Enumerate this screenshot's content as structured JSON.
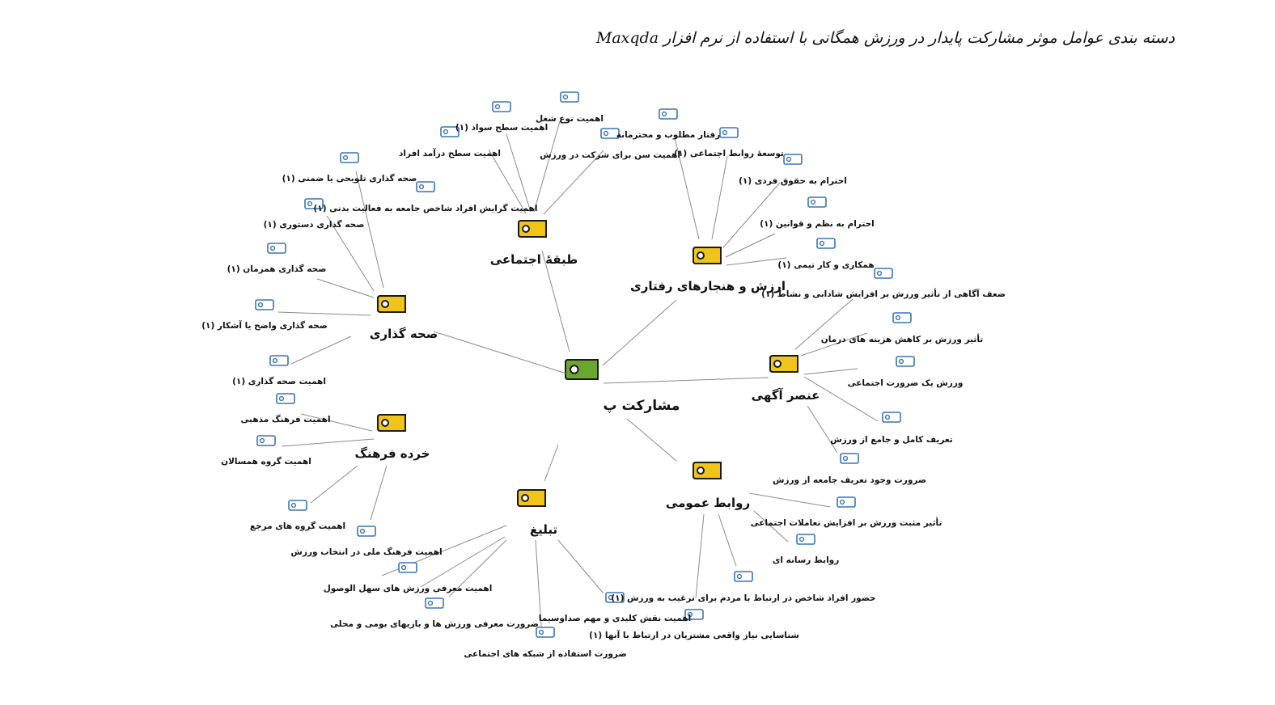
{
  "title": "دسته بندی عوامل موثر مشارکت پایدار در ورزش همگانی با استفاده از نرم افزار Maxqda",
  "colors": {
    "center_tag": "#6aa72f",
    "category_tag": "#f0c419",
    "code_tag": "#3a74b5",
    "line": "#8a8a8a"
  },
  "center": {
    "label": "مشارکت پ"
  },
  "categories": [
    {
      "id": "class",
      "label": "طبقۀ اجتماعی",
      "codes": [
        "اهمیت گرایش افراد شاخص جامعه به فعالیت بدنی (۱)",
        "اهمیت سطح درآمد افراد",
        "اهمیت سطح سواد (۱)",
        "اهمیت نوع شغل",
        "اهمیت سن برای شرکت در ورزش"
      ]
    },
    {
      "id": "values",
      "label": "ارزش و هنجارهای رفتاری",
      "codes": [
        "رفتار مطلوب و محترمانه",
        "توسعۀ روابط اجتماعی (۱)",
        "احترام به حقوق فردی (۱)",
        "احترام به نظم و قوانین (۱)",
        "همکاری و کار تیمی (۱)"
      ]
    },
    {
      "id": "awareness",
      "label": "عنصر آگهی",
      "codes": [
        "ضعف آگاهی از تأثیر ورزش بر افزایش شادابی و نشاط (۱)",
        "تأثیر ورزش بر کاهش هزینه های درمان",
        "ورزش یک ضرورت اجتماعی",
        "تعریف کامل و جامع از ورزش",
        "ضرورت وجود تعریف جامعه از ورزش"
      ]
    },
    {
      "id": "pr",
      "label": "روابط عمومی",
      "codes": [
        "تأثیر مثبت ورزش بر افزایش تعاملات اجتماعی",
        "روابط رسانه ای",
        "حضور افراد شاخص در ارتباط با مردم برای ترغیب به ورزش (۱)",
        "شناسایی نیاز واقعی مشتریان در ارتباط با آنها (۱)"
      ]
    },
    {
      "id": "promotion",
      "label": "تبلیغ",
      "codes": [
        "اهمیت نقش کلیدی و مهم صداوسیما",
        "ضرورت استفاده از شبکه های اجتماعی",
        "ضرورت معرفی ورزش ها و بازیهای بومی و محلی",
        "اهمیت معرفی ورزش های سهل الوصول"
      ]
    },
    {
      "id": "subculture",
      "label": "خرده فرهنگ",
      "codes": [
        "اهمیت فرهنگ مذهبی",
        "اهمیت گروه همسالان",
        "اهمیت گروه های مرجع",
        "اهمیت فرهنگ ملی در انتخاب ورزش"
      ]
    },
    {
      "id": "staging",
      "label": "صحه گذاری",
      "codes": [
        "صحه گذاری تلویحی یا ضمنی (۱)",
        "صحه گذاری دستوری (۱)",
        "صحه گذاری همزمان (۱)",
        "صحه گذاری واضح یا آشکار (۱)",
        "اهمیت صحه گذاری (۱)"
      ]
    }
  ]
}
